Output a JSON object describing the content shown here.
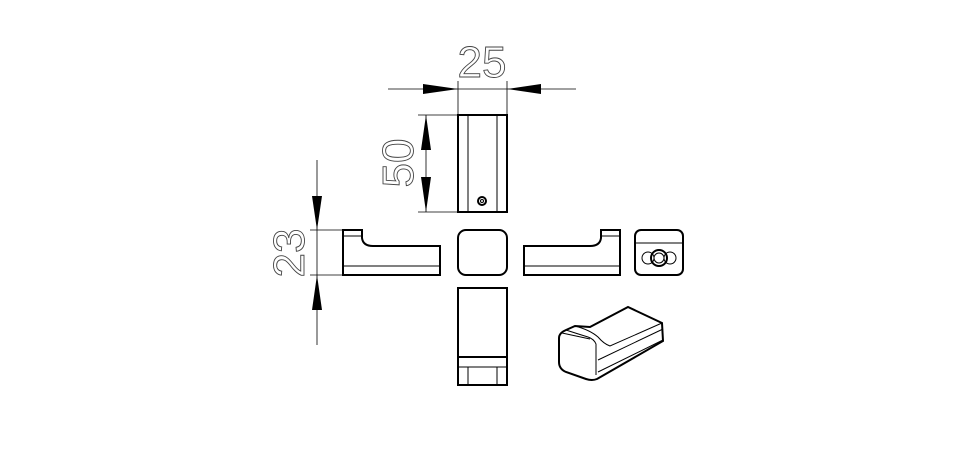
{
  "drawing": {
    "dimensions": {
      "width": "25",
      "height": "50",
      "depth": "23"
    },
    "views": [
      "top-view",
      "left-side-view",
      "front-view",
      "right-side-view",
      "end-view",
      "bottom-view",
      "isometric-view"
    ]
  }
}
